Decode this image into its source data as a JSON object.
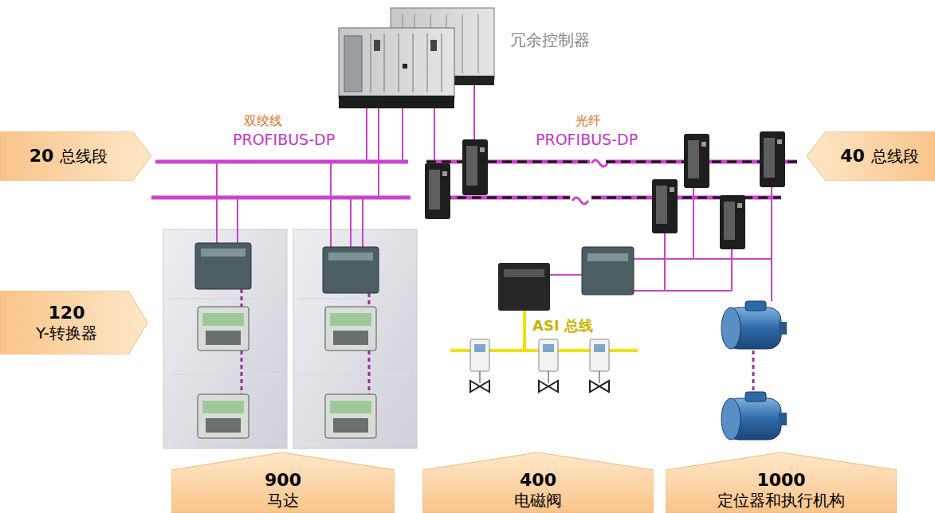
{
  "diagram": {
    "nodes": [
      {
        "text": [
          "20",
          "总线段"
        ]
      },
      {
        "text": [
          "40",
          "总线段"
        ]
      },
      {
        "text": [
          "120",
          "Y-转换器"
        ]
      },
      {
        "text": [
          "900",
          "马达"
        ]
      },
      {
        "text": [
          "400",
          "电磁阀"
        ]
      },
      {
        "text": [
          "1000",
          "定位器和执行机构"
        ]
      }
    ],
    "labels": [
      "冗余控制器",
      "双绞线",
      "PROFIBUS-DP",
      "光纤",
      "PROFIBUS-DP",
      "ASI 总线"
    ]
  }
}
